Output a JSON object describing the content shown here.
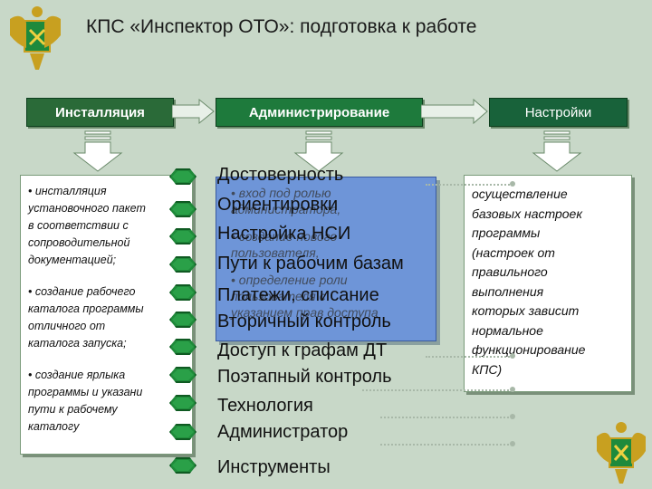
{
  "title": "КПС «Инспектор ОТО»: подготовка к работе",
  "headers": {
    "install": "Инсталляция",
    "admin": "Администрирование",
    "settings": "Настройки"
  },
  "install_items": [
    "• инсталляция\nустановочного пакет\nв соответствии с\nсопроводительной\nдокументацией;",
    "• создание рабочего\nкаталога программы\nотличного от\nкаталога запуска;",
    "• создание ярлыка\nпрограммы и указани\nпути к рабочему\nкаталогу"
  ],
  "admin_items": [
    "• вход под ролью\nадминистратора,",
    "• создание нового\nпользователя,",
    "• определение роли\nпользователя с\nуказанием прав доступа"
  ],
  "settings_text": "осуществление\nбазовых настроек\nпрограммы\n(настроек от\nправильного\nвыполнения\nкоторых зависит\nнормальное\nфункционирование\nКПС)",
  "menu": [
    "Достоверность",
    "Ориентировки",
    "Настройка НСИ",
    "Пути к рабочим базам",
    "Платежи, списание",
    "Вторичный контроль",
    "Доступ к графам ДТ",
    "Поэтапный контроль",
    "Технология",
    "Администратор",
    "Инструменты"
  ],
  "icons": [
    "emblem-icon",
    "hexagon-button-icon"
  ],
  "colors": {
    "header_green": "#1e7a3c",
    "admin_box": "#6e95d8",
    "hex_green": "#1f8a3a"
  }
}
